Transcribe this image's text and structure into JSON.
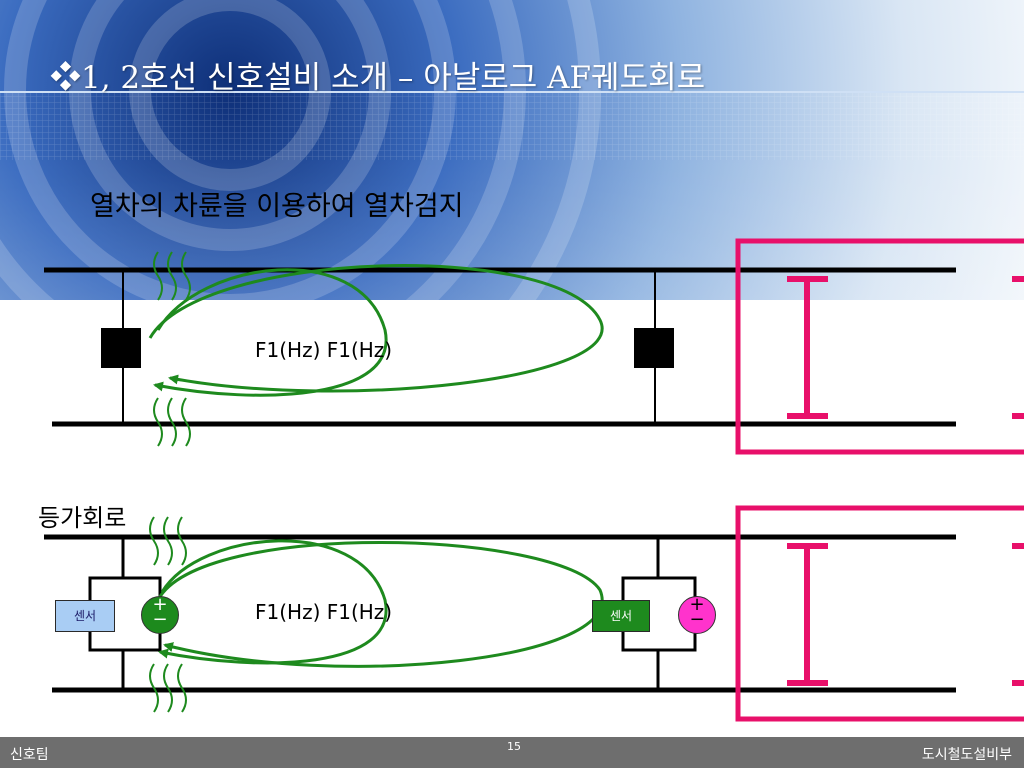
{
  "slide": {
    "title": "❖1, 2호선 신호설비 소개 – 아날로그 AF궤도회로",
    "subtitle": "열차의 차륜을 이용하여 열차검지",
    "equivalent_label": "등가회로",
    "freq_top": "F1(Hz)  F1(Hz)",
    "freq_bottom": "F1(Hz)  F1(Hz)",
    "sensor_left": "센서",
    "sensor_right": "센서",
    "plus": "+",
    "minus": "−"
  },
  "footer": {
    "left": "신호팀",
    "page": "15",
    "right": "도시철도설비부"
  },
  "colors": {
    "track": "#000000",
    "loop": "#1e8a1e",
    "highlight": "#e8106a",
    "footer": "#6e6e6e"
  }
}
